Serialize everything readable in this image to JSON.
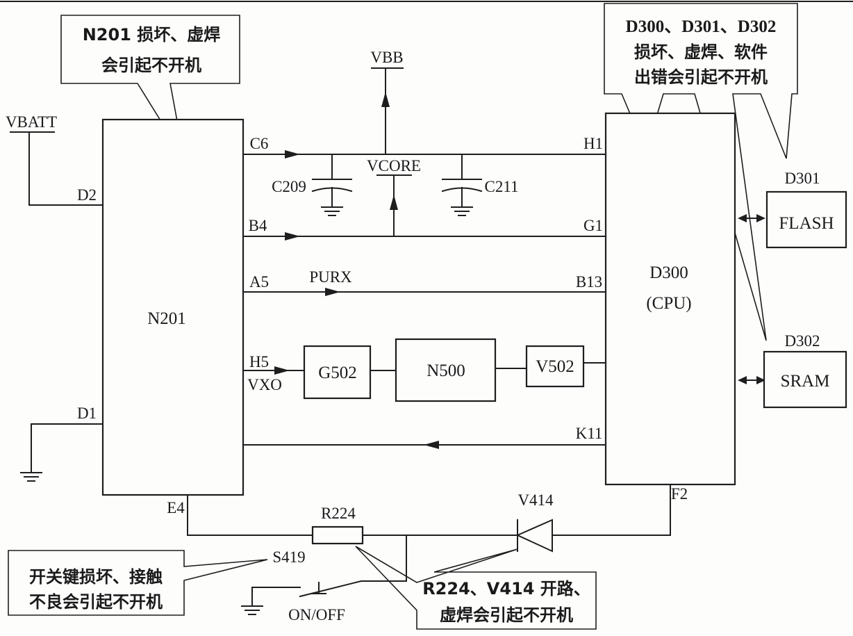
{
  "callouts": {
    "n201": [
      "N201 损坏、虚焊",
      "会引起不开机"
    ],
    "d300": [
      "D300、D301、D302",
      "损坏、虚焊、软件",
      "出错会引起不开机"
    ],
    "switch": [
      "开关键损坏、接触",
      "不良会引起不开机"
    ],
    "r224": [
      "R224、V414 开路、",
      "虚焊会引起不开机"
    ]
  },
  "blocks": {
    "n201": "N201",
    "d300": "D300",
    "d300_sub": "(CPU)",
    "flash": "FLASH",
    "flash_ref": "D301",
    "sram": "SRAM",
    "sram_ref": "D302",
    "g502": "G502",
    "n500": "N500",
    "v502": "V502"
  },
  "rails": {
    "vbatt": "VBATT",
    "vbb": "VBB",
    "vcore": "VCORE"
  },
  "pins": {
    "d2": "D2",
    "d1": "D1",
    "c6": "C6",
    "b4": "B4",
    "a5": "A5",
    "h5": "H5",
    "e4": "E4",
    "h1": "H1",
    "g1": "G1",
    "b13": "B13",
    "k11": "K11",
    "f2": "F2"
  },
  "signals": {
    "purx": "PURX",
    "vxo": "VXO"
  },
  "components": {
    "c209": "C209",
    "c211": "C211",
    "r224": "R224",
    "v414": "V414",
    "s419": "S419",
    "onoff": "ON/OFF"
  }
}
